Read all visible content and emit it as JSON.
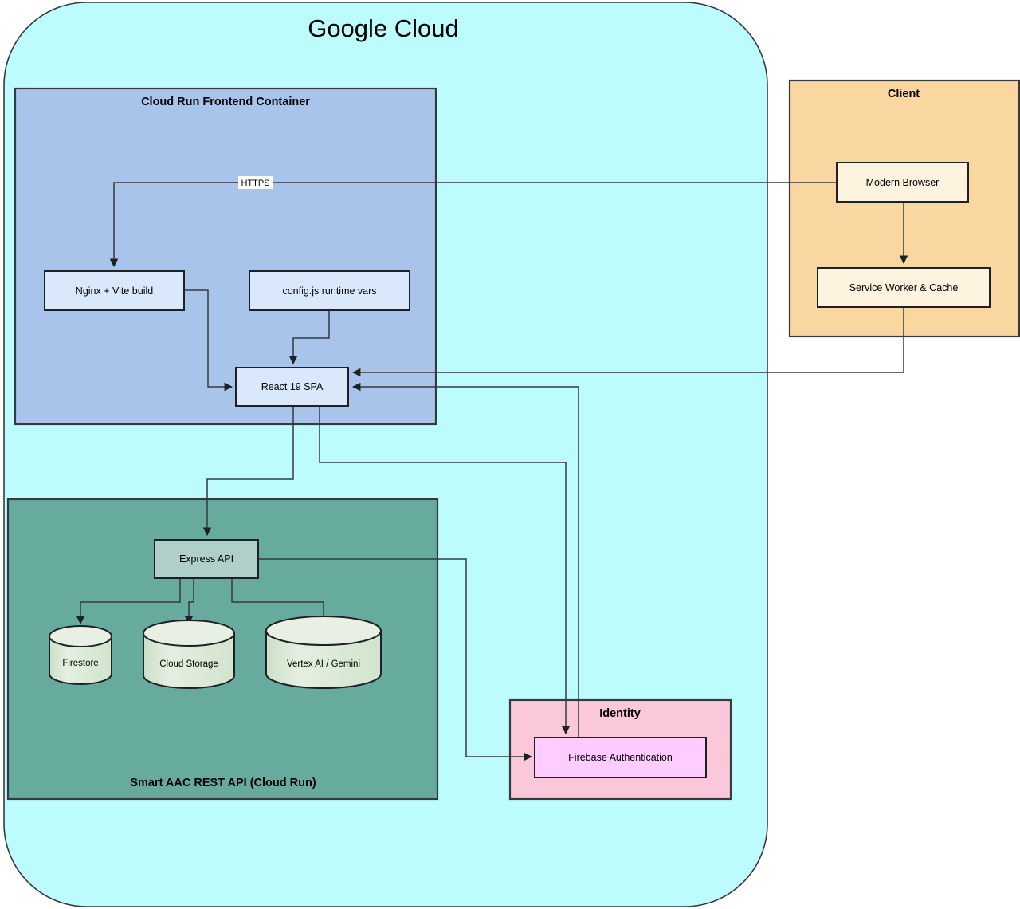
{
  "diagram": {
    "title": "Google Cloud",
    "type": "architecture-diagram"
  },
  "containers": {
    "cloud": {
      "label": "Google Cloud",
      "fill": "#bdfcfc",
      "stroke": "#36393d"
    },
    "frontend": {
      "label": "Cloud Run Frontend Container",
      "fill": "#a9c4eb",
      "stroke": "#36393d"
    },
    "client": {
      "label": "Client",
      "fill": "#fad7a0",
      "stroke": "#36393d"
    },
    "backend": {
      "label": "Smart AAC REST API (Cloud Run)",
      "fill": "#67ab9f",
      "stroke": "#36393d"
    },
    "identity": {
      "label": "Identity",
      "fill": "#fac8d8",
      "stroke": "#36393d"
    }
  },
  "nodes": {
    "nginx": {
      "label": "Nginx + Vite build",
      "fill": "#dae8fc"
    },
    "config": {
      "label": "config.js runtime vars",
      "fill": "#dae8fc"
    },
    "spa": {
      "label": "React 19 SPA",
      "fill": "#dae8fc"
    },
    "browser": {
      "label": "Modern Browser",
      "fill": "#fdf3df"
    },
    "serviceworker": {
      "label": "Service Worker & Cache",
      "fill": "#fdf3df"
    },
    "express": {
      "label": "Express API",
      "fill": "#b0cfc9"
    },
    "firestore": {
      "label": "Firestore",
      "fill": "#d5e8d4"
    },
    "storage": {
      "label": "Cloud Storage",
      "fill": "#d5e8d4"
    },
    "vertex": {
      "label": "Vertex AI / Gemini",
      "fill": "#d5e8d4"
    },
    "firebaseauth": {
      "label": "Firebase Authentication",
      "fill": "#ffccff"
    }
  },
  "edges": [
    {
      "id": "browser-to-nginx",
      "from": "Modern Browser",
      "to": "Nginx + Vite build",
      "label": "HTTPS"
    },
    {
      "id": "browser-to-sw",
      "from": "Modern Browser",
      "to": "Service Worker & Cache",
      "label": ""
    },
    {
      "id": "sw-to-spa",
      "from": "Service Worker & Cache",
      "to": "React 19 SPA",
      "label": ""
    },
    {
      "id": "nginx-to-spa",
      "from": "Nginx + Vite build",
      "to": "React 19 SPA",
      "label": ""
    },
    {
      "id": "config-to-spa",
      "from": "config.js runtime vars",
      "to": "React 19 SPA",
      "label": ""
    },
    {
      "id": "spa-to-express",
      "from": "React 19 SPA",
      "to": "Express API",
      "label": ""
    },
    {
      "id": "spa-to-firebaseauth",
      "from": "React 19 SPA",
      "to": "Firebase Authentication",
      "label": ""
    },
    {
      "id": "firebaseauth-to-spa",
      "from": "Firebase Authentication",
      "to": "React 19 SPA",
      "label": ""
    },
    {
      "id": "express-to-firestore",
      "from": "Express API",
      "to": "Firestore",
      "label": ""
    },
    {
      "id": "express-to-storage",
      "from": "Express API",
      "to": "Cloud Storage",
      "label": ""
    },
    {
      "id": "express-to-vertex",
      "from": "Express API",
      "to": "Vertex AI / Gemini",
      "label": ""
    },
    {
      "id": "express-to-firebaseauth",
      "from": "Express API",
      "to": "Firebase Authentication",
      "label": ""
    }
  ],
  "edge_label_https": "HTTPS",
  "colors": {
    "line": "#36393d",
    "cloud_fill": "#bdfcfc",
    "frontend_fill": "#a9c4eb",
    "client_fill": "#fad7a0",
    "backend_fill": "#67ab9f",
    "identity_fill": "#fac8d8"
  }
}
